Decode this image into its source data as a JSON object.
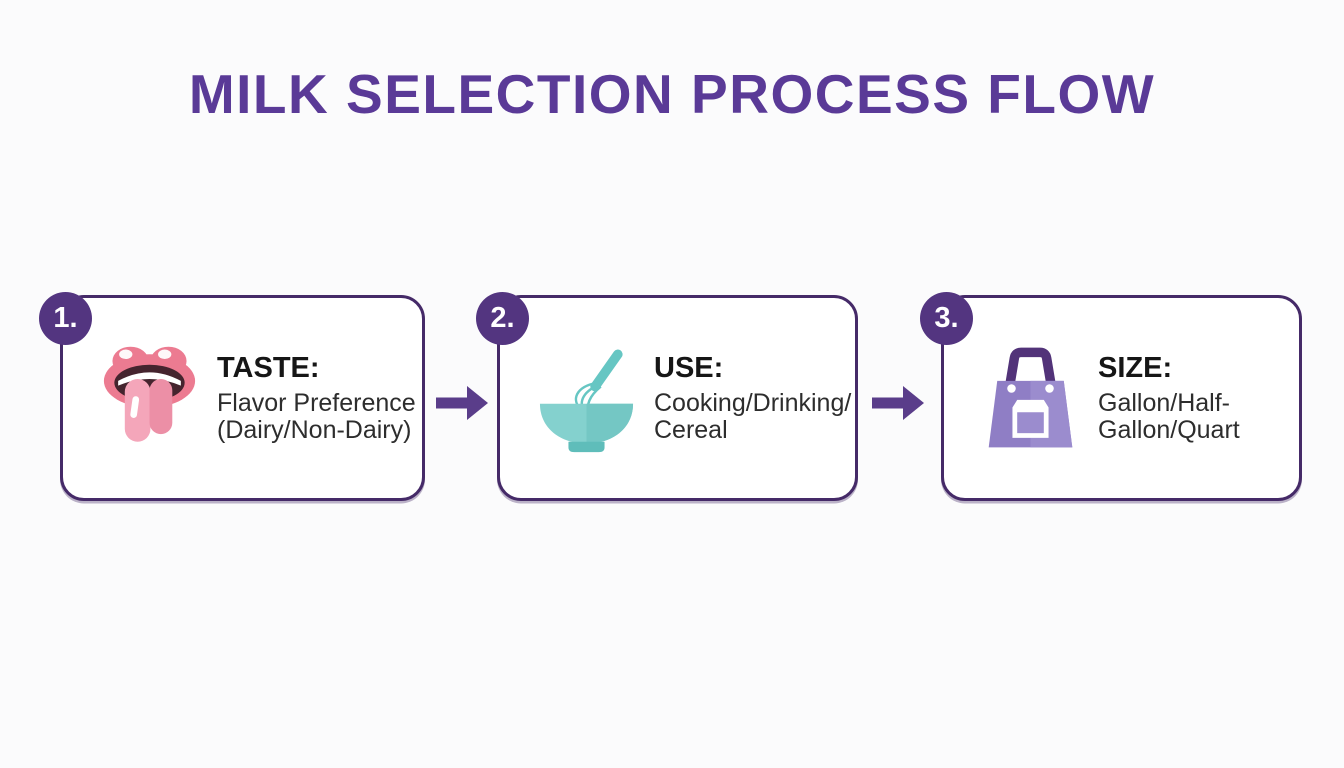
{
  "title": "MILK SELECTION PROCESS FLOW",
  "colors": {
    "background": "#fbfbfc",
    "title_text": "#5a3a97",
    "box_border": "#452a68",
    "badge_background": "#533580",
    "badge_text": "#ffffff",
    "arrow": "#5a3d8a",
    "label_text": "#161616",
    "description_text": "#2d2d2d",
    "tongue_pink": "#ec7b91",
    "bowl_teal": "#7eccc9",
    "bag_purple": "#8f7ec5"
  },
  "steps": [
    {
      "number": "1.",
      "label": "TASTE:",
      "desc_lines": [
        "Flavor Preference",
        "(Dairy/Non-Dairy)"
      ],
      "icon": "tongue-icon"
    },
    {
      "number": "2.",
      "label": "USE:",
      "desc_lines": [
        "Cooking/Drinking/",
        "Cereal"
      ],
      "icon": "mixing-bowl-icon"
    },
    {
      "number": "3.",
      "label": "SIZE:",
      "desc_lines": [
        "Gallon/Half-",
        "Gallon/Quart"
      ],
      "icon": "shopping-bag-icon"
    }
  ]
}
